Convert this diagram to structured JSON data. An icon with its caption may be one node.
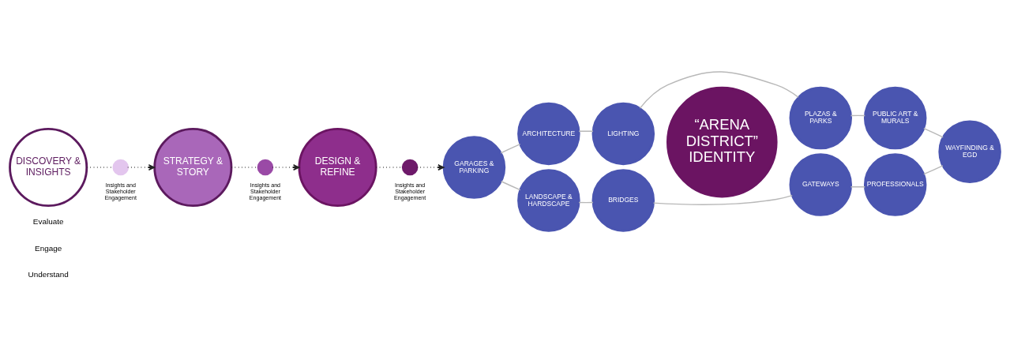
{
  "diagram": {
    "nodes": [
      {
        "text": [
          "DISCOVERY & INSIGHTS"
        ]
      },
      {
        "text": [],
        "shape": "circle",
        "beside": [
          "Insights and Stakeholder Engagement"
        ]
      },
      {
        "text": [
          "STRATEGY & STORY"
        ]
      },
      {
        "text": [],
        "shape": "circle",
        "beside": [
          "Insights and Stakeholder Engagement"
        ]
      },
      {
        "text": [
          "DESIGN & REFINE"
        ]
      },
      {
        "text": [],
        "shape": "circle",
        "beside": [
          "Insights and Stakeholder Engagement"
        ]
      },
      {
        "text": [
          "“ARENA DISTRICT” IDENTITY"
        ]
      },
      {
        "text": [
          "BRIDGES"
        ]
      },
      {
        "text": [
          "GATEWAYS"
        ]
      },
      {
        "text": [
          "PROFESSIONALS"
        ]
      },
      {
        "text": [
          "WAYFINDING & EGD"
        ]
      },
      {
        "text": [
          "PUBLIC ART & MURALS"
        ]
      },
      {
        "text": [
          "PLAZAS & PARKS"
        ]
      },
      {
        "text": [
          "LIGHTING"
        ]
      },
      {
        "text": [
          "ARCHITECTURE"
        ]
      },
      {
        "text": [
          "GARAGES & PARKING"
        ]
      },
      {
        "text": [
          "LANDSCAPE & HARDSCAPE"
        ]
      }
    ],
    "edges": [
      {
        "from": 0,
        "to": 1,
        "arrow": "none",
        "style": "dashed",
        "color": "#222222"
      },
      {
        "from": 1,
        "to": 2,
        "arrow": "to",
        "style": "dashed",
        "color": "#222222"
      },
      {
        "from": 2,
        "to": 3,
        "arrow": "none",
        "style": "dashed",
        "color": "#222222"
      },
      {
        "from": 3,
        "to": 4,
        "arrow": "to",
        "style": "dashed",
        "color": "#222222"
      },
      {
        "from": 4,
        "to": 5,
        "arrow": "none",
        "style": "dashed",
        "color": "#222222"
      },
      {
        "from": 5,
        "to": 15,
        "arrow": "to",
        "style": "dashed",
        "color": "#222222"
      },
      {
        "from": 7,
        "to": 8,
        "arrow": "none"
      },
      {
        "from": 8,
        "to": 9,
        "arrow": "none"
      },
      {
        "from": 9,
        "to": 10,
        "arrow": "none"
      },
      {
        "from": 10,
        "to": 11,
        "arrow": "none"
      },
      {
        "from": 11,
        "to": 12,
        "arrow": "none"
      },
      {
        "from": 12,
        "to": 13,
        "arrow": "none"
      },
      {
        "from": 13,
        "to": 14,
        "arrow": "none"
      },
      {
        "from": 14,
        "to": 15,
        "arrow": "none"
      },
      {
        "from": 15,
        "to": 16,
        "arrow": "none"
      },
      {
        "from": 16,
        "to": 7,
        "arrow": "none"
      }
    ],
    "labels": [
      "Evaluate",
      "Engage",
      "Understand"
    ]
  }
}
